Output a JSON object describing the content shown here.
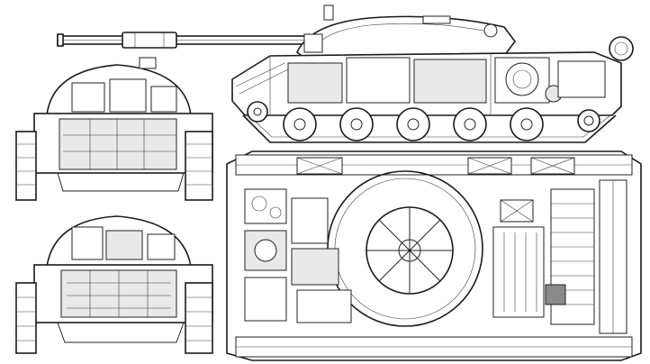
{
  "figure": {
    "views": [
      {
        "id": "side-view"
      },
      {
        "id": "front-section-view"
      },
      {
        "id": "rear-section-view"
      },
      {
        "id": "top-section-view"
      }
    ]
  }
}
